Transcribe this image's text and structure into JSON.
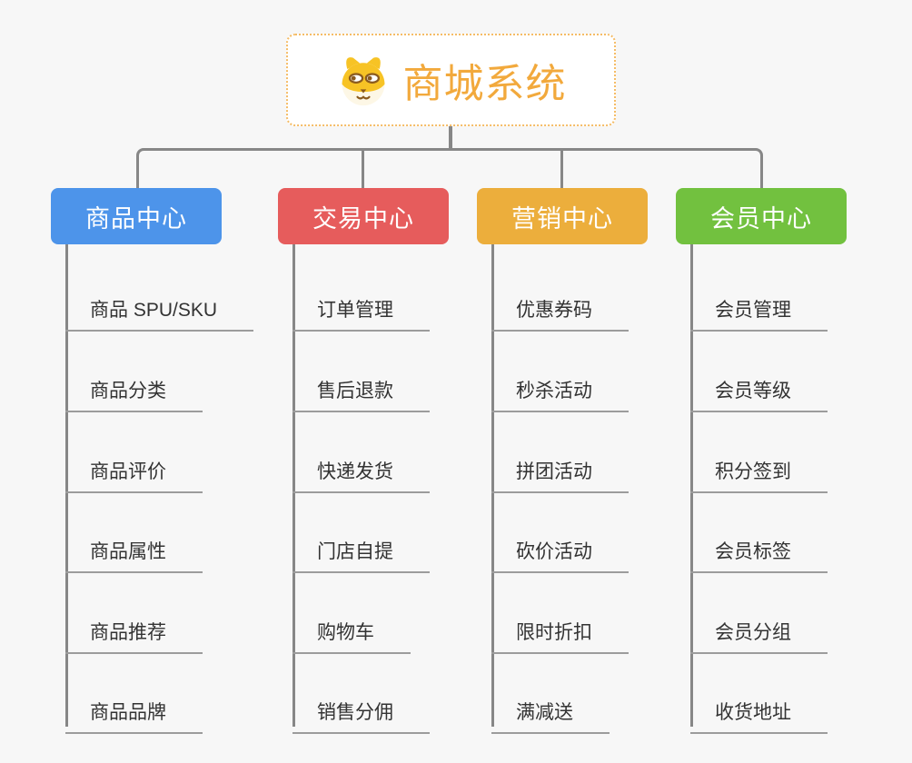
{
  "root": {
    "title": "商城系统",
    "icon": "dog-face-icon",
    "text_color": "#F2A93C",
    "border_color": "#F5BC66"
  },
  "connector_color": "#878787",
  "columns": [
    {
      "id": "product-center",
      "label": "商品中心",
      "color": "#4D94EA",
      "children": [
        "商品 SPU/SKU",
        "商品分类",
        "商品评价",
        "商品属性",
        "商品推荐",
        "商品品牌"
      ]
    },
    {
      "id": "trade-center",
      "label": "交易中心",
      "color": "#E65C5C",
      "children": [
        "订单管理",
        "售后退款",
        "快递发货",
        "门店自提",
        "购物车",
        "销售分佣"
      ]
    },
    {
      "id": "marketing-center",
      "label": "营销中心",
      "color": "#ECAE3C",
      "children": [
        "优惠券码",
        "秒杀活动",
        "拼团活动",
        "砍价活动",
        "限时折扣",
        "满减送"
      ]
    },
    {
      "id": "member-center",
      "label": "会员中心",
      "color": "#72C13F",
      "children": [
        "会员管理",
        "会员等级",
        "积分签到",
        "会员标签",
        "会员分组",
        "收货地址"
      ]
    }
  ]
}
